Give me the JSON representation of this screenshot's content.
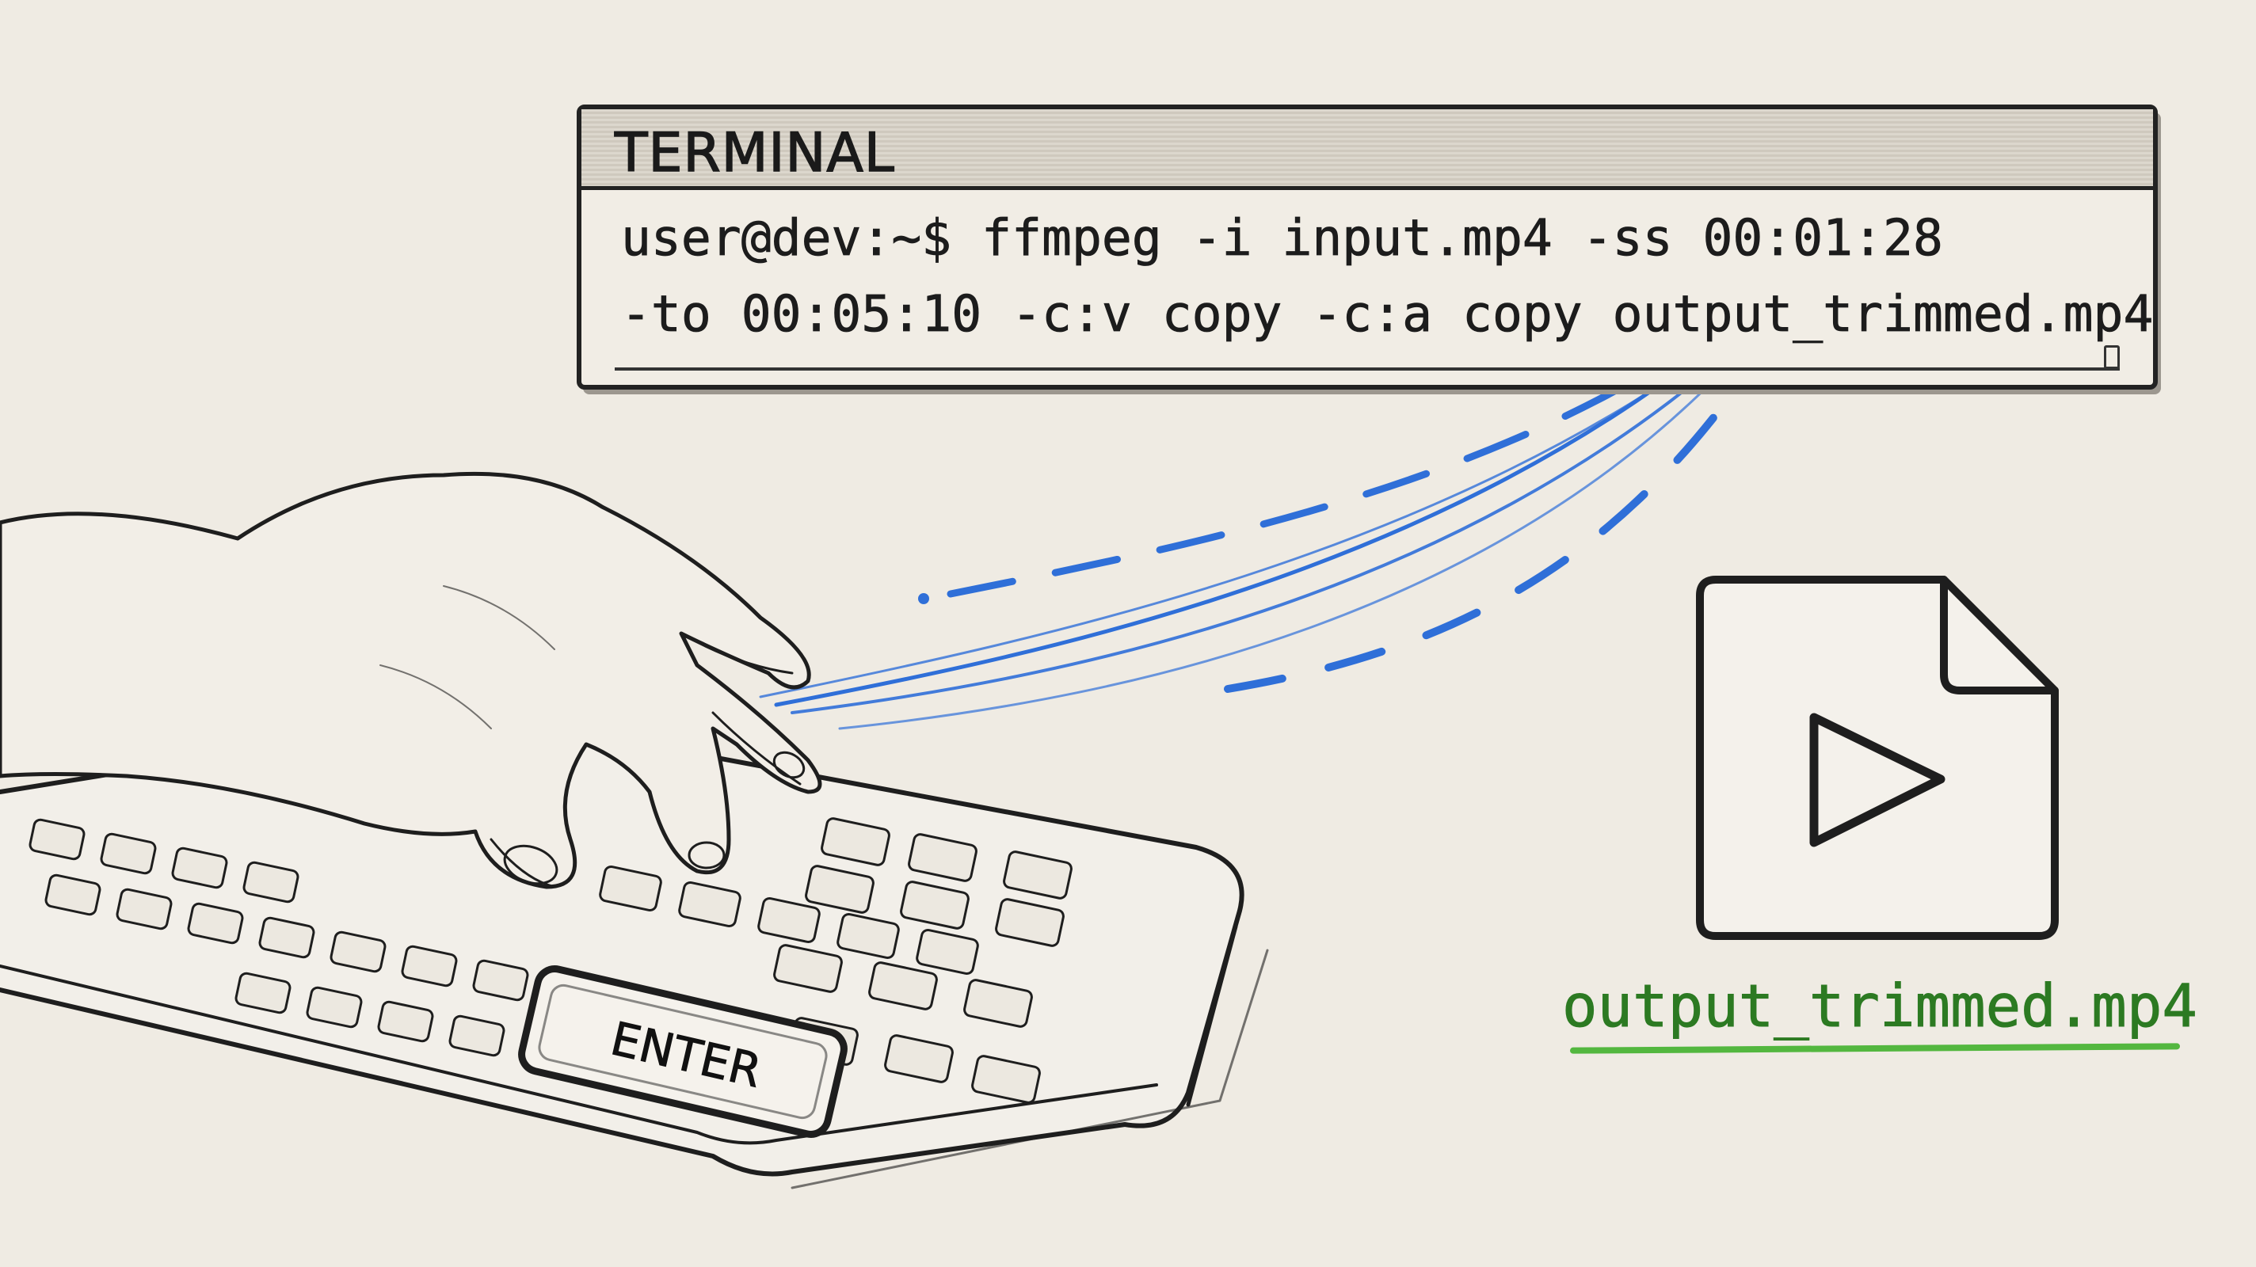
{
  "terminal": {
    "title": "TERMINAL",
    "command_line_1": "user@dev:~$ ffmpeg -i input.mp4 -ss 00:01:28",
    "command_line_2": "-to 00:05:10 -c:v copy -c:a copy output_trimmed.mp4"
  },
  "keyboard": {
    "enter_key_label": "ENTER"
  },
  "output_file": {
    "name": "output_trimmed.mp4",
    "icon": "video-file-play-icon"
  },
  "colors": {
    "background": "#efebe3",
    "ink": "#1c1c1c",
    "motion_blue": "#2f6fd8",
    "output_green": "#2c7a22",
    "underline_green": "#53b73f"
  }
}
